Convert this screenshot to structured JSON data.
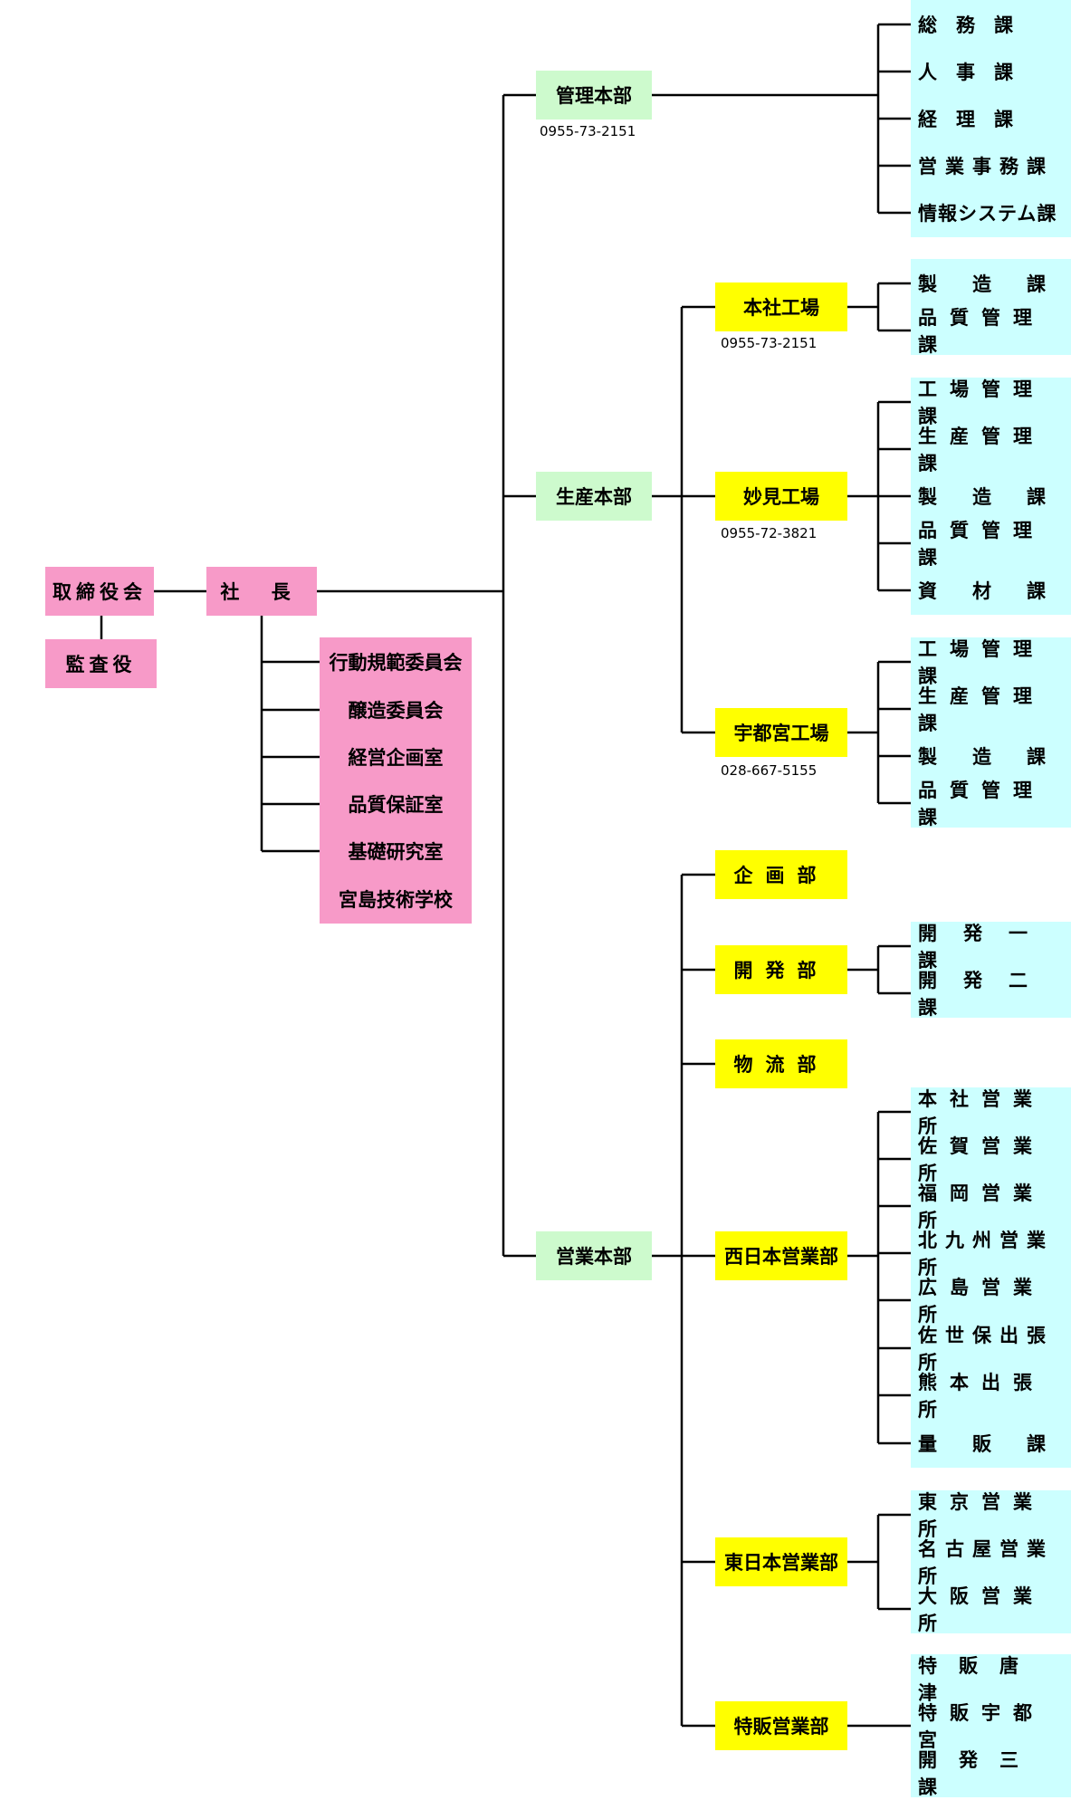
{
  "board": "取締役会",
  "auditor": "監査役",
  "president": "社 長",
  "committees": [
    "行動規範委員会",
    "醸造委員会",
    "経営企画室",
    "品質保証室",
    "基礎研究室",
    "宮島技術学校"
  ],
  "admin": {
    "name": "管理本部",
    "phone": "0955-73-2151",
    "sections": [
      "総　務　課",
      "人　事　課",
      "経　理　課",
      "営業事務課",
      "情報システム課"
    ]
  },
  "production": {
    "name": "生産本部",
    "plants": [
      {
        "name": "本社工場",
        "phone": "0955-73-2151",
        "sections": [
          "製　造　課",
          "品質管理課"
        ]
      },
      {
        "name": "妙見工場",
        "phone": "0955-72-3821",
        "sections": [
          "工場管理課",
          "生産管理課",
          "製　造　課",
          "品質管理課",
          "資　材　課"
        ]
      },
      {
        "name": "宇都宮工場",
        "phone": "028-667-5155",
        "sections": [
          "工場管理課",
          "生産管理課",
          "製　造　課",
          "品質管理課"
        ]
      }
    ]
  },
  "sales": {
    "name": "営業本部",
    "departments": [
      {
        "name": "企画部",
        "sections": []
      },
      {
        "name": "開発部",
        "sections": [
          "開　発　一　課",
          "開　発　二　課"
        ]
      },
      {
        "name": "物流部",
        "sections": []
      },
      {
        "name": "西日本営業部",
        "sections": [
          "本社営業所",
          "佐賀営業所",
          "福岡営業所",
          "北九州営業所",
          "広島営業所",
          "佐世保出張所",
          "熊本出張所",
          "量　販　課"
        ]
      },
      {
        "name": "東日本営業部",
        "sections": [
          "東京営業所",
          "名古屋営業所",
          "大阪営業所"
        ]
      },
      {
        "name": "特販営業部",
        "sections": [
          "特販唐津",
          "特販宇都宮",
          "開発三課"
        ]
      }
    ]
  }
}
